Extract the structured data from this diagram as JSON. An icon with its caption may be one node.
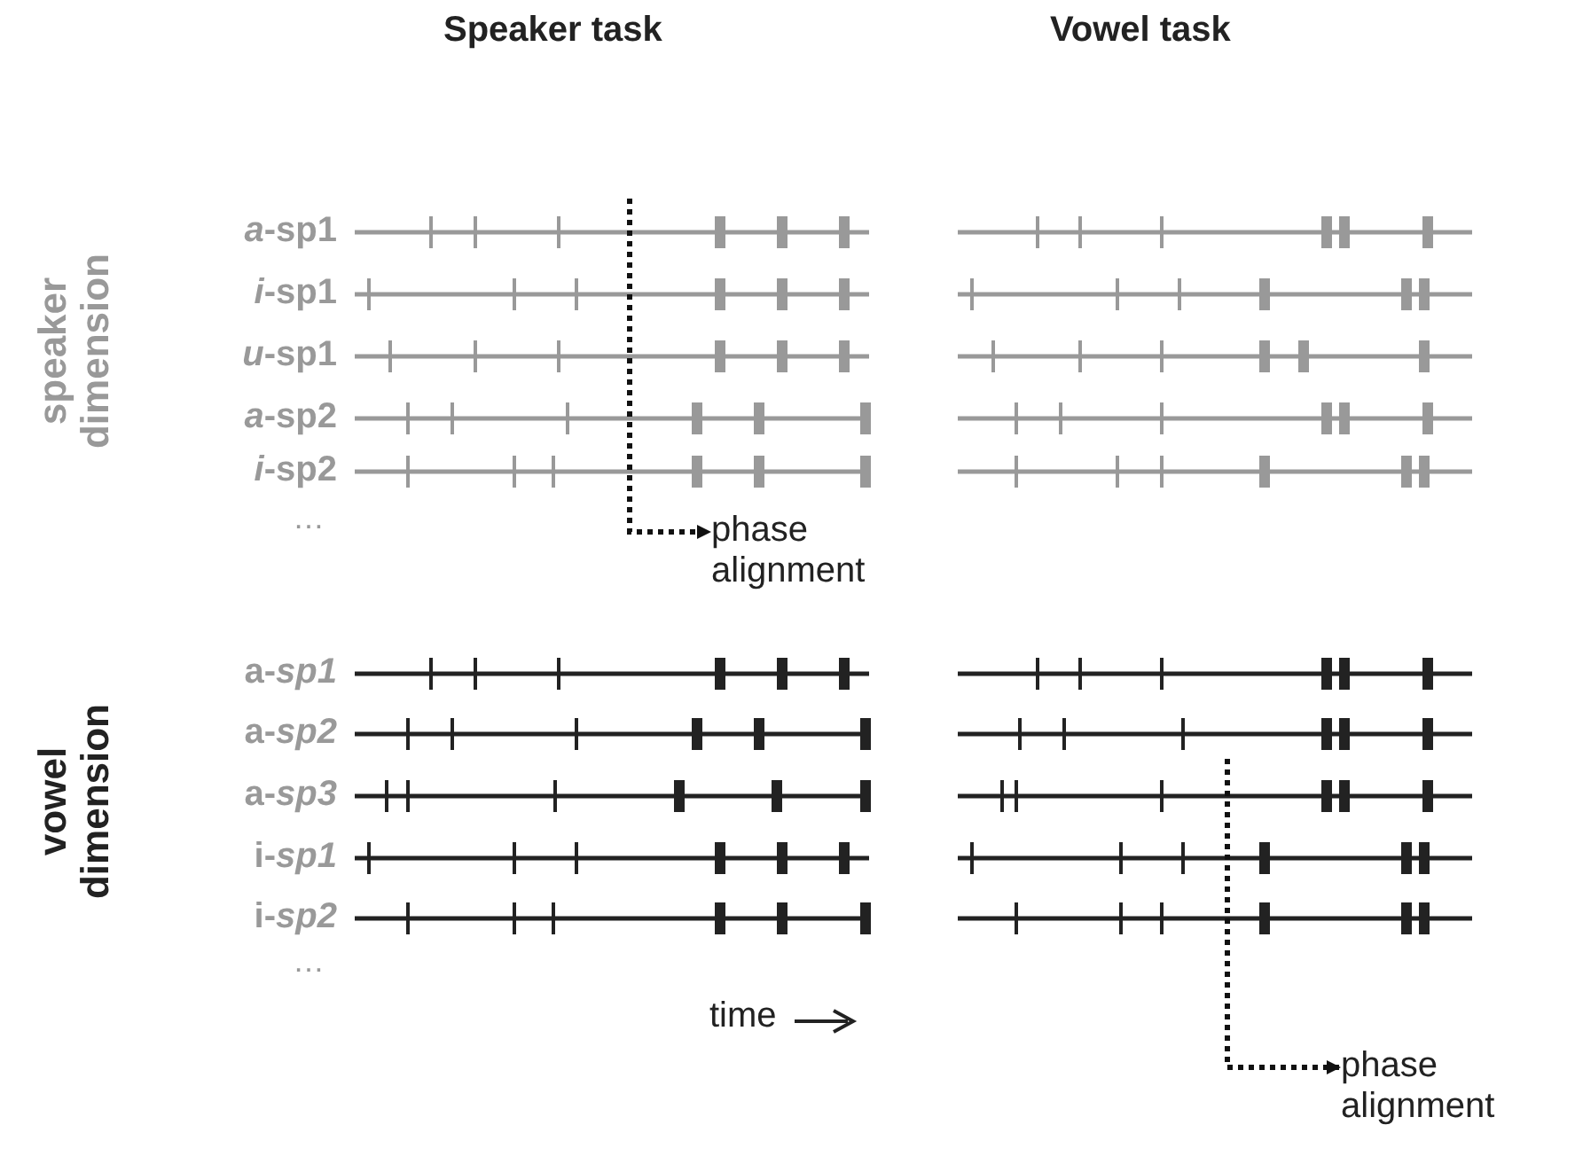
{
  "diagram": {
    "nodes": [
      {
        "text": [
          "phase alignment"
        ]
      },
      {
        "text": [
          "phase alignment"
        ]
      }
    ],
    "edges": [
      {
        "from": null,
        "to": 0,
        "arrow": "to",
        "style": "dashed"
      },
      {
        "from": null,
        "to": 1,
        "arrow": "to",
        "style": "dashed"
      }
    ],
    "labels": [
      "Speaker task",
      "Vowel task",
      "speaker dimension",
      "*a*-**sp1**",
      "*i*-**sp1**",
      "*u*-**sp1**",
      "*a*-**sp2**",
      "*i*-**sp2**",
      "…",
      "vowel dimension",
      "**a**-*sp1*",
      "**a**-*sp2*",
      "**a**-*sp3*",
      "**i**-*sp1*",
      "**i**-*sp2*",
      "…",
      "time"
    ]
  }
}
